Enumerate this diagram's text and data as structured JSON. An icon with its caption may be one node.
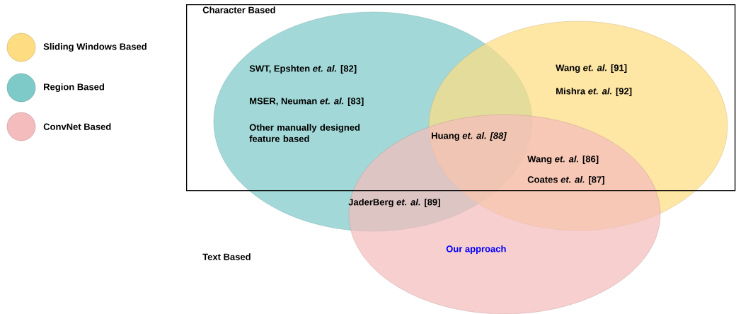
{
  "diagram": {
    "nodes": [
      {
        "text": [
          "Character Based"
        ]
      }
    ],
    "edges": [],
    "labels": [
      "SWT, Epshten *et. al.* [82]",
      "MSER, Neuman *et. al.* [83]",
      "Other manually designed feature based",
      "Wang *et. al.* [91]",
      "Mishra *et. al.* [92]",
      "Huang *et. al. [88]*",
      "Wang *et. al.* [86]",
      "Coates *et. al.* [87]",
      "JaderBerg *et. al.* [89]",
      "Text Based",
      "Our approach"
    ],
    "legend": [
      {
        "text": "Sliding Windows Based",
        "color": "#fddc82"
      },
      {
        "text": "Region Based",
        "color": "#7ecac9"
      },
      {
        "text": "ConvNet Based",
        "color": "#f4bcbd"
      }
    ]
  }
}
